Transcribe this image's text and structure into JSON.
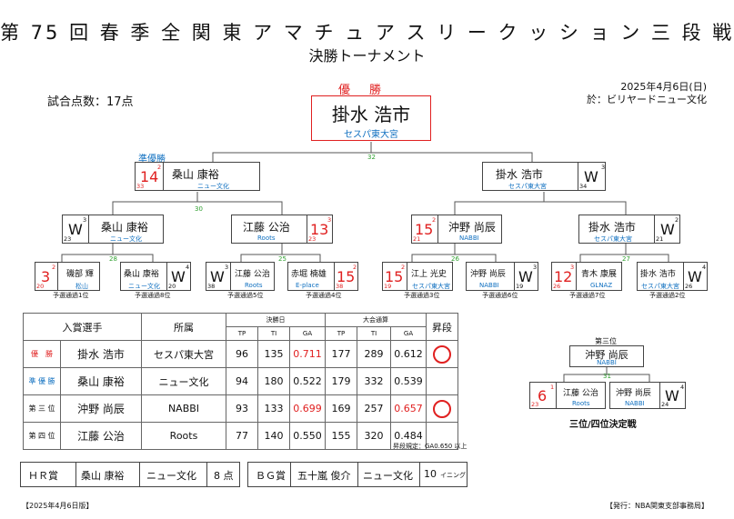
{
  "header": {
    "title": "第 75 回 春 季 全 関 東 ア マ チ ュ ア ス リ ー ク ッ シ ョ ン 三 段 戦",
    "subtitle": "決勝トーナメント",
    "points": "試合点数：17点",
    "date": "2025年4月6日(日)",
    "venue": "於：ビリヤードニュー文化"
  },
  "champion": {
    "label": "優　勝",
    "name": "掛水 浩市",
    "club": "セスパ東大宮",
    "score": "32"
  },
  "final": {
    "left": {
      "label": "準優勝",
      "name": "桑山 康裕",
      "club": "ニュー文化",
      "result": "14",
      "seed": "2",
      "sub": "33"
    },
    "right": {
      "name": "掛水 浩市",
      "club": "セスパ東大宮",
      "result": "W",
      "seed": "3",
      "sub": "34"
    },
    "left_score": "30"
  },
  "semis": [
    {
      "name": "桑山 康裕",
      "club": "ニュー文化",
      "result": "W",
      "seed": "3",
      "sub": "23"
    },
    {
      "name": "江藤 公治",
      "club": "Roots",
      "result": "13",
      "seed": "3",
      "sub": "23"
    },
    {
      "name": "沖野 尚辰",
      "club": "NABBI",
      "result": "15",
      "seed": "2",
      "sub": "21"
    },
    {
      "name": "掛水 浩市",
      "club": "セスパ東大宮",
      "result": "W",
      "seed": "2",
      "sub": "21"
    }
  ],
  "semi_scores": [
    "28",
    "25",
    "26",
    "27"
  ],
  "qf": [
    {
      "name": "磯部 輝",
      "club": "松山",
      "result": "3",
      "seed": "2",
      "sub": "20",
      "note": "予選通過1位"
    },
    {
      "name": "桑山 康裕",
      "club": "ニュー文化",
      "result": "W",
      "seed": "4",
      "sub": "20",
      "note": "予選通過8位"
    },
    {
      "name": "江藤 公治",
      "club": "Roots",
      "result": "W",
      "seed": "3",
      "sub": "38",
      "note": "予選通過5位"
    },
    {
      "name": "赤堀 楠雄",
      "club": "E-place",
      "result": "15",
      "seed": "2",
      "sub": "38",
      "note": "予選通過4位"
    },
    {
      "name": "江上 光史",
      "club": "セスパ東大宮",
      "result": "15",
      "seed": "2",
      "sub": "19",
      "note": "予選通過3位"
    },
    {
      "name": "沖野 尚辰",
      "club": "NABBI",
      "result": "W",
      "seed": "3",
      "sub": "19",
      "note": "予選通過6位"
    },
    {
      "name": "青木 康展",
      "club": "GLNAZ",
      "result": "12",
      "seed": "3",
      "sub": "26",
      "note": "予選通過7位"
    },
    {
      "name": "掛水 浩市",
      "club": "セスパ東大宮",
      "result": "W",
      "seed": "4",
      "sub": "26",
      "note": "予選通過2位"
    }
  ],
  "third_place": {
    "label": "第三位",
    "winner": {
      "name": "沖野 尚辰",
      "club": "NABBI"
    },
    "score": "31",
    "left": {
      "name": "江藤 公治",
      "club": "Roots",
      "result": "6",
      "seed": "1",
      "sub": "23"
    },
    "right": {
      "name": "沖野 尚辰",
      "club": "NABBI",
      "result": "W",
      "seed": "4",
      "sub": "24"
    },
    "caption": "三位/四位決定戦"
  },
  "results_table": {
    "headers": {
      "player": "入賞選手",
      "club": "所属",
      "final_day": "決勝日",
      "total": "大会通算",
      "promotion": "昇段"
    },
    "subheaders": [
      "TP",
      "TI",
      "GA",
      "TP",
      "TI",
      "GA"
    ],
    "rows": [
      {
        "rank": "優　勝",
        "name": "掛水 浩市",
        "club": "セスパ東大宮",
        "tp1": "96",
        "ti1": "135",
        "ga1": "0.711",
        "tp2": "177",
        "ti2": "289",
        "ga2": "0.612",
        "promo": true
      },
      {
        "rank": "準 優 勝",
        "name": "桑山 康裕",
        "club": "ニュー文化",
        "tp1": "94",
        "ti1": "180",
        "ga1": "0.522",
        "tp2": "179",
        "ti2": "332",
        "ga2": "0.539",
        "promo": false
      },
      {
        "rank": "第 三 位",
        "name": "沖野 尚辰",
        "club": "NABBI",
        "tp1": "93",
        "ti1": "133",
        "ga1": "0.699",
        "tp2": "169",
        "ti2": "257",
        "ga2": "0.657",
        "promo": true
      },
      {
        "rank": "第 四 位",
        "name": "江藤 公治",
        "club": "Roots",
        "tp1": "77",
        "ti1": "140",
        "ga1": "0.550",
        "tp2": "155",
        "ti2": "320",
        "ga2": "0.484",
        "promo": false
      }
    ],
    "note": "昇段規定：GA0.650 以上"
  },
  "awards": {
    "hr": {
      "label": "ＨＲ賞",
      "name": "桑山 康裕",
      "club": "ニュー文化",
      "value": "8 点"
    },
    "bg": {
      "label": "ＢＧ賞",
      "name": "五十嵐 俊介",
      "club": "ニュー文化",
      "value": "10",
      "unit": "イニング"
    }
  },
  "footer": {
    "edition": "【2025年4月6日版】",
    "publisher": "【発行：NBA関東支部事務局】"
  },
  "colors": {
    "red": "#e02020",
    "blue": "#1070c0",
    "green": "#30a030"
  }
}
